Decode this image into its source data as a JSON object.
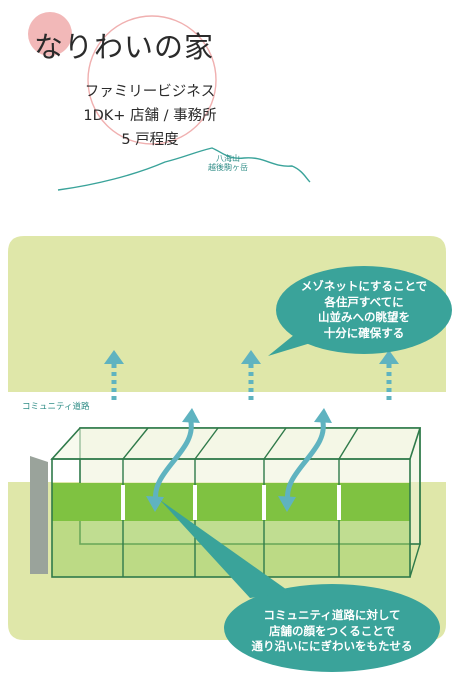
{
  "title": "なりわいの家",
  "subtitle_lines": [
    "ファミリービジネス",
    "1DK+ 店舗 / 事務所",
    "5 戸程度"
  ],
  "mountain_label": [
    "八海山",
    "越後駒ヶ岳"
  ],
  "road_label": "コミュニティ道路",
  "bubble_top": [
    "メゾネットにすることで",
    "各住戸すべてに",
    "山並みへの眺望を",
    "十分に確保する"
  ],
  "bubble_bottom": [
    "コミュニティ道路に対して",
    "店舗の顔をつくることで",
    "通り沿いににぎわいをもたせる"
  ],
  "colors": {
    "panel": "#dfe7a9",
    "shop_floor": "#7fc241",
    "frame": "#2f7a4a",
    "accent": "#3aa39a",
    "arrow": "#5fb3c0",
    "circle": "#f2b1b1"
  }
}
